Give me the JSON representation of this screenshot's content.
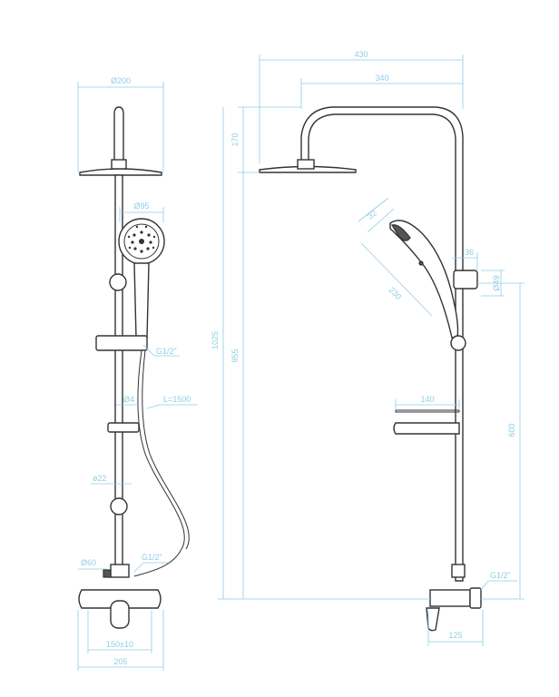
{
  "colors": {
    "dimension": "#8fcde6",
    "outline": "#333333",
    "fill": "#ffffff",
    "dark": "#555555"
  },
  "front_view": {
    "head_diameter": "Ø200",
    "hand_shower_diameter": "Ø95",
    "holder_thread": "G1/2\"",
    "hose_diameter": "Ø4",
    "hose_length": "L=1500",
    "rail_diameter": "ø22",
    "outlet_thread": "G1/2\"",
    "escutcheon_diameter": "Ø60",
    "center_distance": "150±10",
    "mixer_width": "205"
  },
  "side_view": {
    "total_reach": "430",
    "head_reach": "340",
    "head_height": "170",
    "total_height": "1025",
    "column_height": "855",
    "hand_shower_width": "32",
    "hand_shower_length": "230",
    "rail_offset": "36",
    "rail_diameter": "Ø49",
    "shelf_width": "140",
    "holder_height": "600",
    "inlet_thread": "G1/2\"",
    "mixer_depth": "125"
  }
}
